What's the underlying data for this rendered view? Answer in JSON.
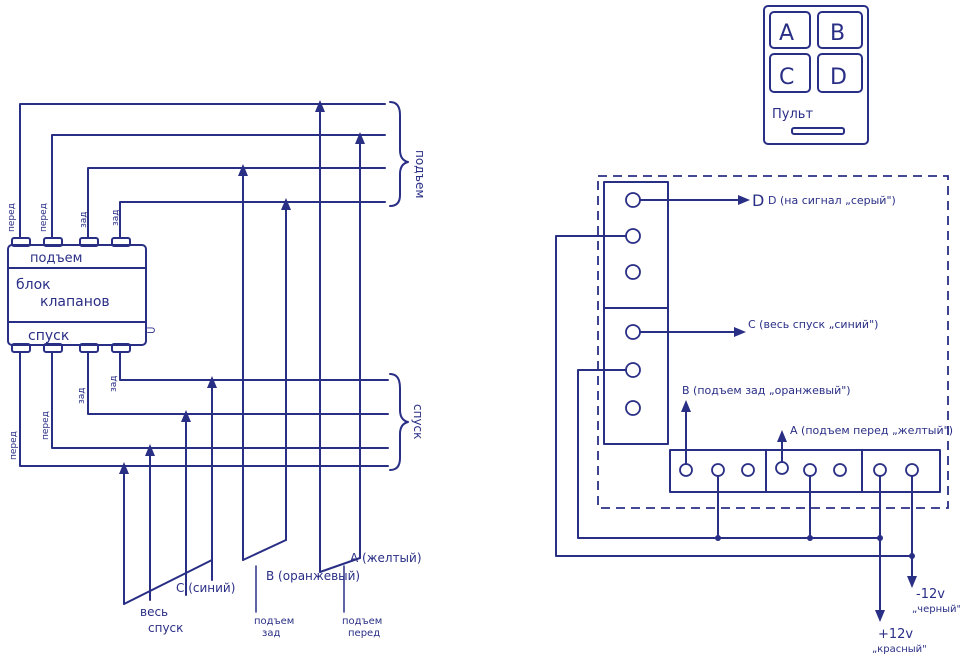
{
  "valve_block": {
    "lift_label": "подъем",
    "title_line1": "блок",
    "title_line2": "клапанов",
    "descent_label": "спуск",
    "top_pins": [
      "перед",
      "перед",
      "зад",
      "зад"
    ],
    "bottom_pins": [
      "перед",
      "перед",
      "зад",
      "зад"
    ]
  },
  "brace_labels": {
    "lift": "подъем",
    "descent": "спуск"
  },
  "left_bottom_labels": {
    "c": "C (синий)",
    "b": "B (оранжевый)",
    "a": "A (желтый)",
    "all_descent_1": "весь",
    "all_descent_2": "спуск",
    "lift_rear_1": "подъем",
    "lift_rear_2": "зад",
    "lift_front_1": "подъем",
    "lift_front_2": "перед"
  },
  "remote": {
    "buttons": [
      "A",
      "B",
      "C",
      "D"
    ],
    "label": "Пульт"
  },
  "receiver_labels": {
    "d": "D (на сигнал „серый\")",
    "c": "C (весь спуск „синий\")",
    "b": "B (подъем зад „оранжевый\")",
    "a": "A (подъем перед „желтый\")",
    "minus_voltage": "-12v",
    "minus_color": "„черный\"",
    "plus_voltage": "+12v",
    "plus_color": "„красный\""
  },
  "colors": {
    "ink": "#2a2f86",
    "paper": "#ffffff"
  }
}
